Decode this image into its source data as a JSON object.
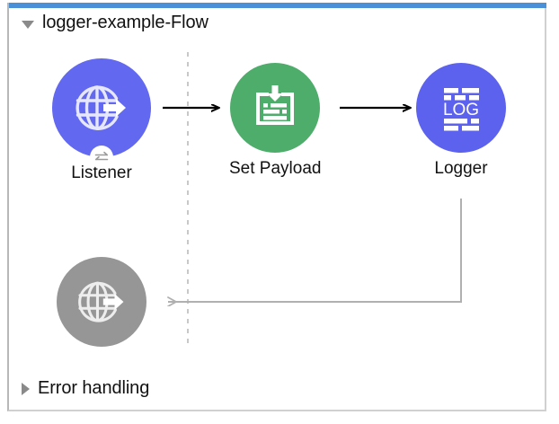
{
  "window": {
    "accent_color": "#4a90d9",
    "panel_border_color": "#cccccc",
    "background": "#ffffff"
  },
  "flows": [
    {
      "id": "main-flow",
      "title": "logger-example-Flow",
      "expanded": true,
      "toggle_icon": "triangle-down-icon"
    },
    {
      "id": "error-handling",
      "title": "Error handling",
      "expanded": false,
      "toggle_icon": "triangle-right-icon"
    }
  ],
  "nodes": [
    {
      "id": "listener",
      "label": "Listener",
      "icon": "globe-arrow-icon",
      "badge_icon": "sync-arrows-icon",
      "color": "#6268ef",
      "state": "enabled"
    },
    {
      "id": "set-payload",
      "label": "Set Payload",
      "icon": "document-download-icon",
      "color": "#4fad6c",
      "state": "enabled"
    },
    {
      "id": "logger",
      "label": "Logger",
      "icon": "log-lines-icon",
      "icon_text": "LOG",
      "color": "#5c62ee",
      "state": "enabled"
    },
    {
      "id": "error-listener",
      "label": "",
      "icon": "globe-arrow-icon",
      "color": "#969696",
      "state": "disabled"
    }
  ],
  "connections": [
    {
      "id": "listener-to-set-payload",
      "from": "listener",
      "to": "set-payload",
      "style": "solid-arrow",
      "color": "#000000"
    },
    {
      "id": "set-payload-to-logger",
      "from": "set-payload",
      "to": "logger",
      "style": "solid-arrow",
      "color": "#000000"
    },
    {
      "id": "logger-to-error-listener",
      "from": "logger",
      "to": "error-listener",
      "style": "return-path-arrow",
      "color": "#b0b0b0"
    }
  ],
  "dividers": [
    {
      "id": "source-process-divider",
      "style": "dashed-vertical",
      "color": "#c8c8c8"
    }
  ]
}
